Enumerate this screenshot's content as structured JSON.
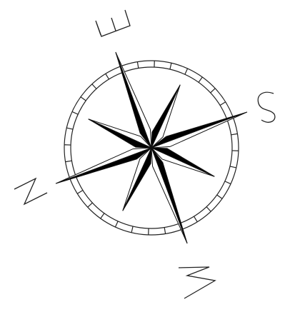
{
  "compass": {
    "cardinal_letters": [
      "N",
      "E",
      "S",
      "W"
    ],
    "fill_color": "#000000",
    "background_color": "#ffffff",
    "outline_color": "#222222",
    "rotation_degrees": -20.5,
    "bezel_segment_count": 32,
    "point_count": 8
  }
}
